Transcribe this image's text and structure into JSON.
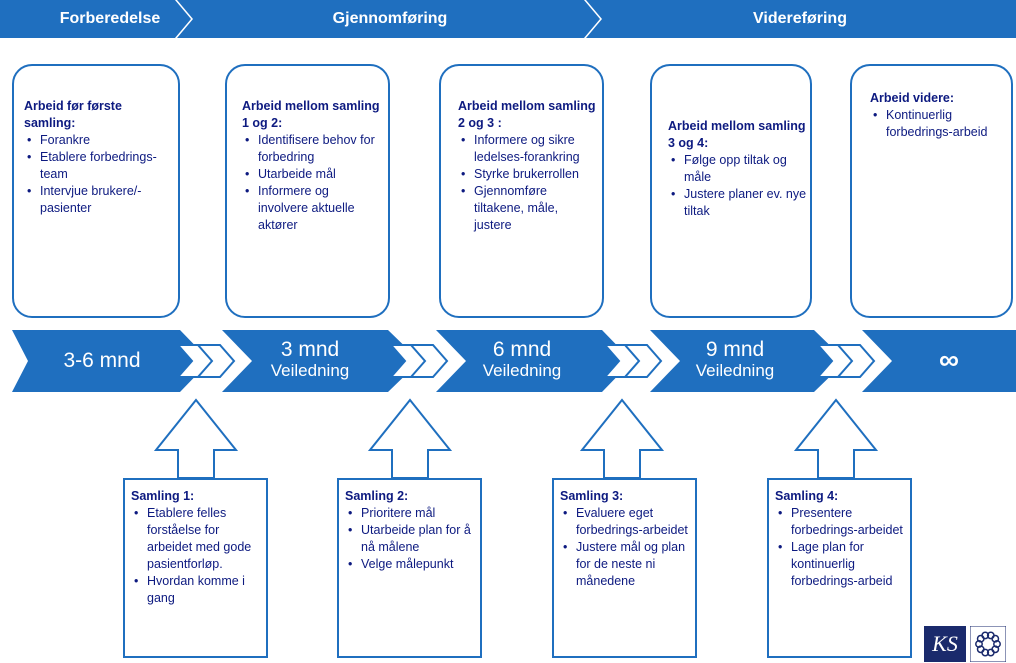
{
  "colors": {
    "primary": "#1f6fbf",
    "light": "#3a8ad6",
    "text": "#0d1a80",
    "logo_bg": "#1a2a6c"
  },
  "phases": [
    {
      "label": "Forberedelse"
    },
    {
      "label": "Gjennomføring"
    },
    {
      "label": "Videreføring"
    }
  ],
  "top_boxes": [
    {
      "title": "Arbeid før første samling:",
      "items": [
        "Forankre",
        "Etablere forbedrings-team",
        "Intervjue brukere/-pasienter"
      ]
    },
    {
      "title": "Arbeid mellom samling 1 og 2:",
      "items": [
        "Identifisere behov for forbedring",
        "Utarbeide mål",
        "Informere og involvere aktuelle aktører"
      ]
    },
    {
      "title": "Arbeid mellom samling 2 og 3 :",
      "items": [
        "Informere og sikre ledelses-forankring",
        " Styrke brukerrollen",
        "Gjennomføre tiltakene, måle, justere"
      ]
    },
    {
      "title": "Arbeid mellom samling 3 og 4:",
      "items": [
        "Følge opp tiltak og måle",
        "Justere planer ev. nye tiltak"
      ]
    },
    {
      "title": "Arbeid videre:",
      "items": [
        "Kontinuerlig forbedrings-arbeid"
      ]
    }
  ],
  "stages": [
    {
      "main": "3-6 mnd",
      "sub": ""
    },
    {
      "main": "3 mnd",
      "sub": "Veiledning"
    },
    {
      "main": "6 mnd",
      "sub": "Veiledning"
    },
    {
      "main": "9 mnd",
      "sub": "Veiledning"
    },
    {
      "main": "∞",
      "sub": ""
    }
  ],
  "bottom_boxes": [
    {
      "title": "Samling 1:",
      "items": [
        "Etablere felles forståelse for arbeidet med gode pasientforløp.",
        "Hvordan komme i gang"
      ]
    },
    {
      "title": "Samling 2:",
      "items": [
        "Prioritere mål",
        "Utarbeide plan for å nå målene",
        "Velge målepunkt"
      ]
    },
    {
      "title": "Samling 3:",
      "items": [
        "Evaluere eget forbedrings-arbeidet",
        "Justere mål og plan for de neste ni månedene"
      ]
    },
    {
      "title": "Samling 4:",
      "items": [
        "Presentere forbedrings-arbeidet",
        "Lage plan for kontinuerlig forbedrings-arbeid"
      ]
    }
  ],
  "logo": {
    "text": "KS"
  }
}
